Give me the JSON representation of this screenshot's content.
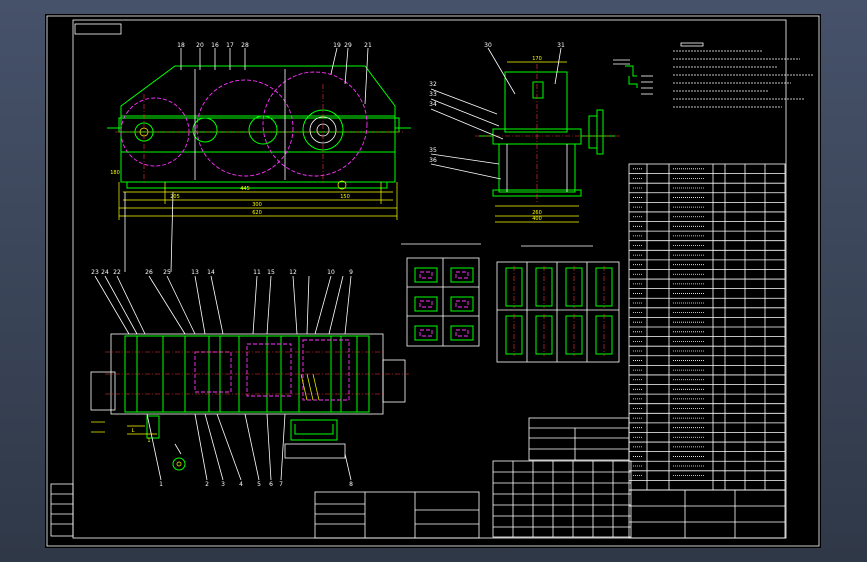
{
  "drawing": {
    "title": "",
    "colors": {
      "sheet": "#000000",
      "frame": "#ffffff",
      "outline": "#00ff00",
      "gear_circle": "#ff33ff",
      "centerline": "#ff3333",
      "dimension": "#ffff00",
      "annotation": "#00ffff",
      "viewport": "#3b4556"
    }
  },
  "balloons": {
    "front_top": [
      "18",
      "20",
      "16",
      "17",
      "28",
      "19",
      "29",
      "21"
    ],
    "side_top": [
      "30",
      "31"
    ],
    "side_left": [
      "32",
      "33",
      "34"
    ],
    "side_right": [
      "35",
      "36"
    ],
    "plan_top": [
      "23",
      "24",
      "22",
      "26",
      "25",
      "13",
      "14",
      "11",
      "15",
      "12",
      "10",
      "9"
    ],
    "plan_bottom": [
      "1",
      "2",
      "3",
      "4",
      "5",
      "6",
      "7",
      "8"
    ]
  },
  "dimensions": {
    "front": [
      "445",
      "205",
      "150",
      "300",
      "620",
      "180"
    ],
    "side": [
      "170",
      "260",
      "400"
    ],
    "plan": [
      "L",
      "1"
    ]
  },
  "detail_tables": {
    "left_title": "",
    "right_title": ""
  },
  "parts_list": {
    "rows": 34
  },
  "technical_notes": {
    "heading": "",
    "lines": 8
  },
  "title_block": {
    "label_1": "",
    "label_2": ""
  }
}
